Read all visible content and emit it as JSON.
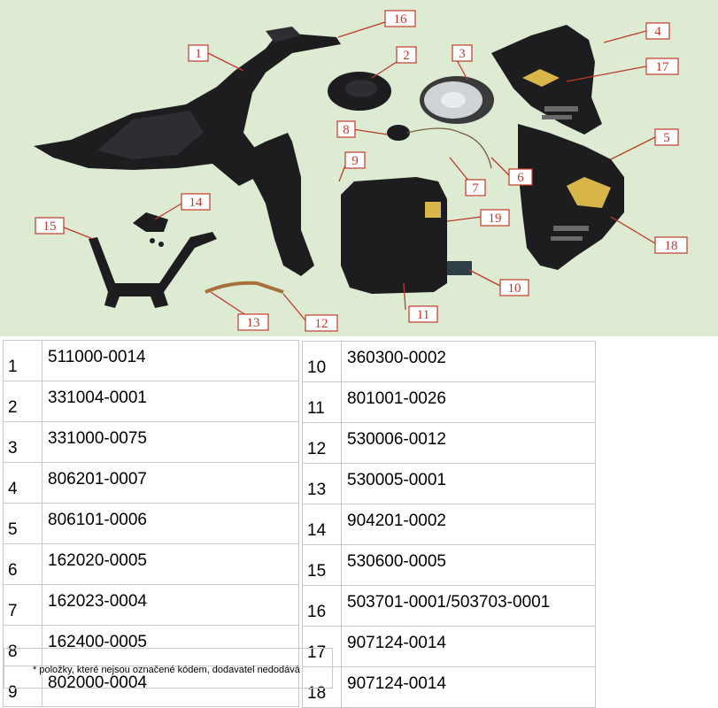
{
  "colors": {
    "diagram_background": "#dcebd2",
    "callout": "#c0392b"
  },
  "callouts": [
    "1",
    "2",
    "3",
    "4",
    "5",
    "6",
    "7",
    "8",
    "9",
    "10",
    "11",
    "12",
    "13",
    "14",
    "15",
    "16",
    "17",
    "18",
    "19"
  ],
  "parts_left": [
    {
      "num": "1",
      "code": "511000-0014"
    },
    {
      "num": "2",
      "code": "331004-0001"
    },
    {
      "num": "3",
      "code": "331000-0075"
    },
    {
      "num": "4",
      "code": "806201-0007"
    },
    {
      "num": "5",
      "code": "806101-0006"
    },
    {
      "num": "6",
      "code": "162020-0005"
    },
    {
      "num": "7",
      "code": "162023-0004"
    },
    {
      "num": "8",
      "code": "162400-0005"
    },
    {
      "num": "9",
      "code": "802000-0004"
    }
  ],
  "parts_right": [
    {
      "num": "10",
      "code": "360300-0002"
    },
    {
      "num": "11",
      "code": "801001-0026"
    },
    {
      "num": "12",
      "code": "530006-0012"
    },
    {
      "num": "13",
      "code": "530005-0001"
    },
    {
      "num": "14",
      "code": "904201-0002"
    },
    {
      "num": "15",
      "code": "530600-0005"
    },
    {
      "num": "16",
      "code": "503701-0001/503703-0001"
    },
    {
      "num": "17",
      "code": "907124-0014"
    },
    {
      "num": "18",
      "code": "907124-0014"
    }
  ],
  "note": "* položky, které nejsou označené kódem, dodavatel nedodává"
}
